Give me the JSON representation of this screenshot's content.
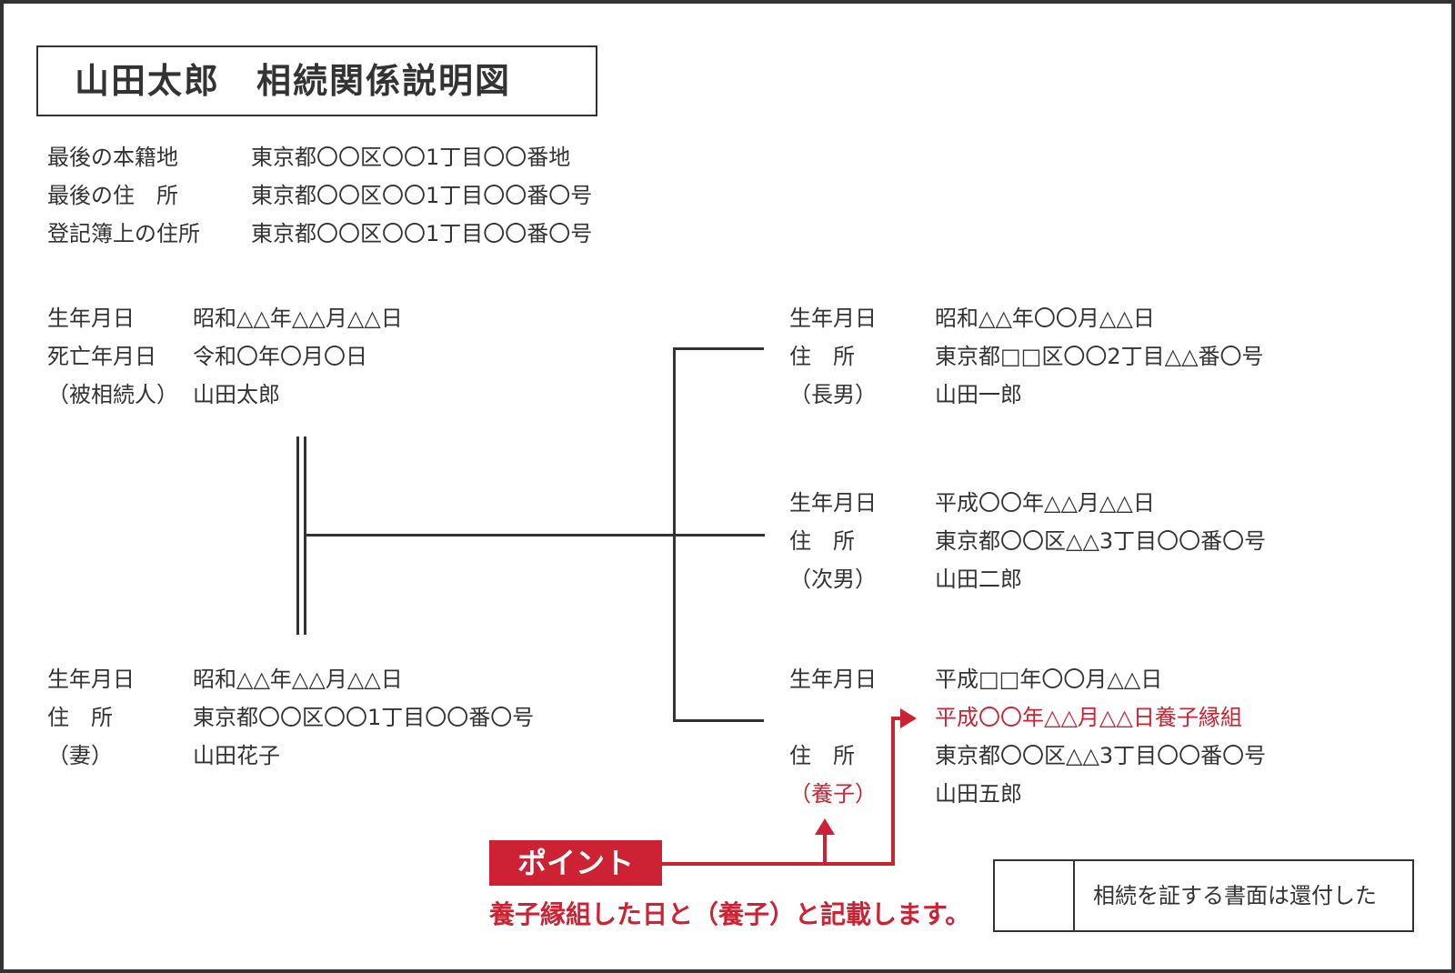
{
  "title": "山田太郎　相続関係説明図",
  "header": [
    {
      "label": "最後の本籍地",
      "value": "東京都〇〇区〇〇1丁目〇〇番地"
    },
    {
      "label": "最後の住　所",
      "value": "東京都〇〇区〇〇1丁目〇〇番〇号"
    },
    {
      "label": "登記簿上の住所",
      "value": "東京都〇〇区〇〇1丁目〇〇番〇号"
    }
  ],
  "deceased": {
    "birth_label": "生年月日",
    "birth_value": "昭和△△年△△月△△日",
    "death_label": "死亡年月日",
    "death_value": "令和〇年〇月〇日",
    "role_label": "（被相続人）",
    "name": "山田太郎"
  },
  "spouse": {
    "birth_label": "生年月日",
    "birth_value": "昭和△△年△△月△△日",
    "address_label": "住　所",
    "address_value": "東京都〇〇区〇〇1丁目〇〇番〇号",
    "role_label": "（妻）",
    "name": "山田花子"
  },
  "children": [
    {
      "birth_label": "生年月日",
      "birth_value": "昭和△△年〇〇月△△日",
      "address_label": "住　所",
      "address_value": "東京都□□区〇〇2丁目△△番〇号",
      "role_label": "（長男）",
      "name": "山田一郎"
    },
    {
      "birth_label": "生年月日",
      "birth_value": "平成〇〇年△△月△△日",
      "address_label": "住　所",
      "address_value": "東京都〇〇区△△3丁目〇〇番〇号",
      "role_label": "（次男）",
      "name": "山田二郎"
    },
    {
      "birth_label": "生年月日",
      "birth_value": "平成□□年〇〇月△△日",
      "adoption_value": "平成〇〇年△△月△△日養子縁組",
      "address_label": "住　所",
      "address_value": "東京都〇〇区△△3丁目〇〇番〇号",
      "role_label": "（養子）",
      "name": "山田五郎"
    }
  ],
  "point": {
    "badge": "ポイント",
    "note": "養子縁組した日と（養子）と記載します。"
  },
  "stamp": {
    "text": "相続を証する書面は還付した"
  },
  "colors": {
    "accent": "#cc2233",
    "ink": "#333333"
  }
}
